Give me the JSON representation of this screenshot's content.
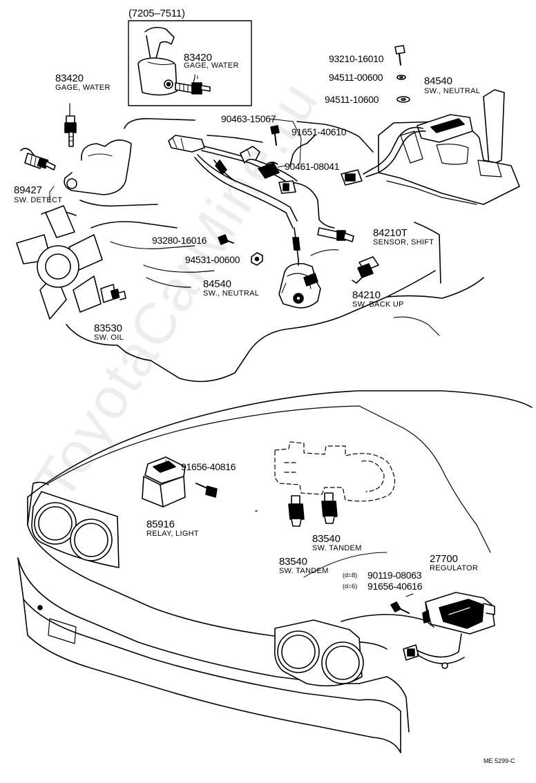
{
  "inset": {
    "range": "(7205–7511)",
    "part_no": "83420",
    "name": "GAGE, WATER"
  },
  "labels": {
    "gage_water_no": "83420",
    "gage_water_name": "GAGE, WATER",
    "sw_detect_no": "89427",
    "sw_detect_name": "SW. DETECT",
    "bolt_93210": "93210-16010",
    "washer_94511_a": "94511-00600",
    "washer_94511_b": "94511-10600",
    "sw_neutral_top_no": "84540",
    "sw_neutral_top_name": "SW., NEUTRAL",
    "clip_90463": "90463-15067",
    "bolt_91651": "91651-40610",
    "clamp_90461": "90461-08041",
    "sensor_shift_no": "84210T",
    "sensor_shift_name": "SENSOR, SHIFT",
    "bolt_93280": "93280-16016",
    "nut_94531": "94531-00600",
    "sw_neutral_mid_no": "84540",
    "sw_neutral_mid_name": "SW., NEUTRAL",
    "sw_backup_no": "84210",
    "sw_backup_name": "SW. BACK UP",
    "sw_oil_no": "83530",
    "sw_oil_name": "SW. OIL",
    "bolt_91656_relay": "91656-40816",
    "relay_no": "85916",
    "relay_name": "RELAY, LIGHT",
    "tandem_right_no": "83540",
    "tandem_right_name": "SW. TANDEM",
    "tandem_left_no": "83540",
    "tandem_left_name": "SW. TANDEM",
    "regulator_no": "27700",
    "regulator_name": "REGULATOR",
    "reg_cond_a": "(d=8)",
    "reg_bolt_a": "90119-08063",
    "reg_cond_b": "(d=6)",
    "reg_bolt_b": "91656-40616",
    "figure_code": "ME 5299-C"
  },
  "watermark": "ToyotaCarMine.ru"
}
